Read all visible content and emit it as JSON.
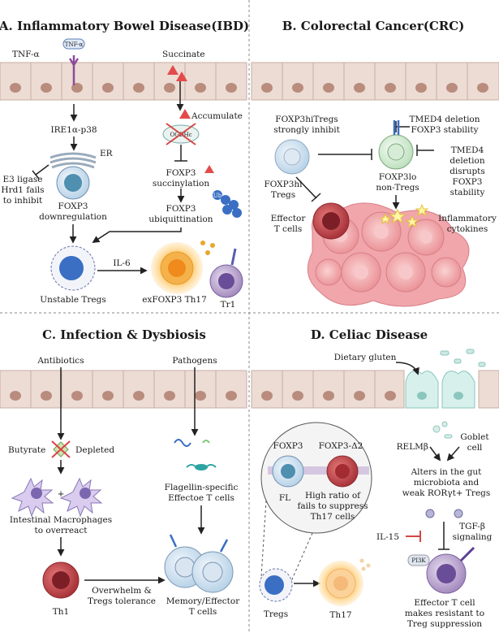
{
  "panels": {
    "ibd": {
      "title": "A. Inflammatory Bowel Disease(IBD)",
      "tnf_alpha": "TNF-α",
      "tnf_tag": "TNF-α",
      "succinate": "Succinate",
      "accumulate": "Accumulate",
      "ogdhc": "OGDHc",
      "ire1a": "IRE1α-p38",
      "er": "ER",
      "e3_ligase": [
        "E3 ligase",
        "Hrd1 fails",
        "to inhibit"
      ],
      "foxp3_down": [
        "FOXP3",
        "downregulation"
      ],
      "foxp3_succ": [
        "FOXP3",
        "succinylation"
      ],
      "foxp3_ubiq": [
        "FOXP3",
        "ubiquittination"
      ],
      "ub": "Ub",
      "il6": "IL-6",
      "unstable": "Unstable Tregs",
      "exfoxp3": "exFOXP3 Th17",
      "tr1": "Tr1"
    },
    "crc": {
      "title": "B. Colorectal Cancer(CRC)",
      "foxp3hi_inhibit": [
        "FOXP3hiTregs",
        "strongly inhibit"
      ],
      "tmed4_1": [
        "TMED4 deletion",
        "FOXP3 stability"
      ],
      "foxp3hi_tregs": [
        "FOXP3hi",
        "Tregs"
      ],
      "foxp3lo": [
        "FOXP3lo",
        "non-Tregs"
      ],
      "tmed4_2": [
        "TMED4",
        "deletion",
        "disrupts",
        "FOXP3",
        "stability"
      ],
      "effector": [
        "Effector",
        "T cells"
      ],
      "cytokines": [
        "Inflammatory",
        "cytokines"
      ]
    },
    "infection": {
      "title": "C. Infection & Dysbiosis",
      "antibiotics": "Antibiotics",
      "pathogens": "Pathogens",
      "butyrate": "Butyrate",
      "depleted": "Depleted",
      "plus": "+",
      "macrophages": [
        "Intestinal Macrophages",
        "to overreact"
      ],
      "flagellin": [
        "Flagellin-specific",
        "Effectoe T cells"
      ],
      "th1": "Th1",
      "overwhelm": [
        "Overwhelm &",
        "Tregs tolerance"
      ],
      "memory": [
        "Memory/Effector",
        "T cells"
      ]
    },
    "celiac": {
      "title": "D. Celiac Disease",
      "gluten": "Dietary gluten",
      "relmb": "RELMβ",
      "goblet": [
        "Goblet",
        "cell"
      ],
      "alters": [
        "Alters in the gut",
        "microbiota and",
        "weak RORγt+ Tregs"
      ],
      "foxp3": "FOXP3",
      "foxp3_d2": "FOXP3-Δ2",
      "fl": "FL",
      "high_ratio": [
        "High ratio of",
        "fails to suppress",
        "Th17 cells"
      ],
      "tgfb": [
        "TGF-β",
        "signaling"
      ],
      "il15": "IL-15",
      "pi3k": "PI3K",
      "tregs": "Tregs",
      "th17": "Th17",
      "effector_res": [
        "Effector T cell",
        "makes resistant to",
        "Treg suppression"
      ]
    }
  },
  "colors": {
    "epithelium": "#ecdcd4",
    "nucleus": "#b98c7e",
    "arrow": "#222222",
    "inhibit_red": "#d64545"
  }
}
